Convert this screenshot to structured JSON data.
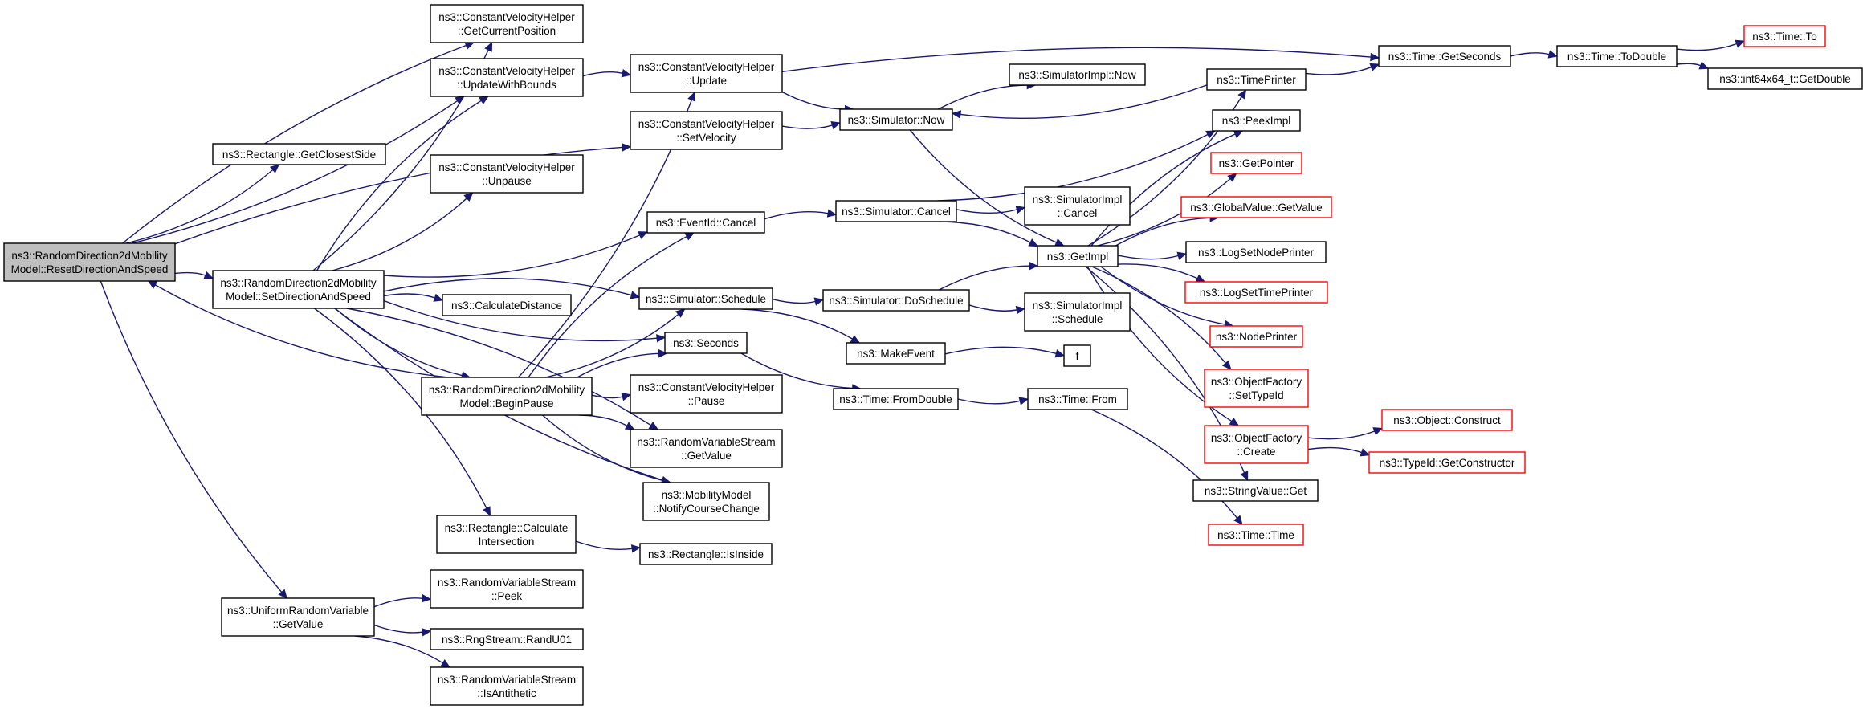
{
  "nodes": [
    {
      "id": "root",
      "lines": [
        "ns3::RandomDirection2dMobility",
        "Model::ResetDirectionAndSpeed"
      ],
      "style": "root"
    },
    {
      "id": "n_closest",
      "lines": [
        "ns3::Rectangle::GetClosestSide"
      ]
    },
    {
      "id": "n_setdir",
      "lines": [
        "ns3::RandomDirection2dMobility",
        "Model::SetDirectionAndSpeed"
      ]
    },
    {
      "id": "n_uniform",
      "lines": [
        "ns3::UniformRandomVariable",
        "::GetValue"
      ]
    },
    {
      "id": "n_getcur",
      "lines": [
        "ns3::ConstantVelocityHelper",
        "::GetCurrentPosition"
      ]
    },
    {
      "id": "n_updbounds",
      "lines": [
        "ns3::ConstantVelocityHelper",
        "::UpdateWithBounds"
      ]
    },
    {
      "id": "n_unpause",
      "lines": [
        "ns3::ConstantVelocityHelper",
        "::Unpause"
      ]
    },
    {
      "id": "n_calcdist",
      "lines": [
        "ns3::CalculateDistance"
      ]
    },
    {
      "id": "n_beginpause",
      "lines": [
        "ns3::RandomDirection2dMobility",
        "Model::BeginPause"
      ]
    },
    {
      "id": "n_rectcalc",
      "lines": [
        "ns3::Rectangle::Calculate",
        "Intersection"
      ]
    },
    {
      "id": "n_rvspeek",
      "lines": [
        "ns3::RandomVariableStream",
        "::Peek"
      ]
    },
    {
      "id": "n_randu01",
      "lines": [
        "ns3::RngStream::RandU01"
      ]
    },
    {
      "id": "n_isanti",
      "lines": [
        "ns3::RandomVariableStream",
        "::IsAntithetic"
      ]
    },
    {
      "id": "n_cvhupdate",
      "lines": [
        "ns3::ConstantVelocityHelper",
        "::Update"
      ]
    },
    {
      "id": "n_setvel",
      "lines": [
        "ns3::ConstantVelocityHelper",
        "::SetVelocity"
      ]
    },
    {
      "id": "n_evcancel",
      "lines": [
        "ns3::EventId::Cancel"
      ]
    },
    {
      "id": "n_simsched",
      "lines": [
        "ns3::Simulator::Schedule"
      ]
    },
    {
      "id": "n_seconds",
      "lines": [
        "ns3::Seconds"
      ]
    },
    {
      "id": "n_pause",
      "lines": [
        "ns3::ConstantVelocityHelper",
        "::Pause"
      ]
    },
    {
      "id": "n_rvsget",
      "lines": [
        "ns3::RandomVariableStream",
        "::GetValue"
      ]
    },
    {
      "id": "n_notify",
      "lines": [
        "ns3::MobilityModel",
        "::NotifyCourseChange"
      ]
    },
    {
      "id": "n_isinside",
      "lines": [
        "ns3::Rectangle::IsInside"
      ]
    },
    {
      "id": "n_simnow",
      "lines": [
        "ns3::Simulator::Now"
      ]
    },
    {
      "id": "n_simcancel",
      "lines": [
        "ns3::Simulator::Cancel"
      ]
    },
    {
      "id": "n_dosched",
      "lines": [
        "ns3::Simulator::DoSchedule"
      ]
    },
    {
      "id": "n_makeevent",
      "lines": [
        "ns3::MakeEvent"
      ]
    },
    {
      "id": "n_fromdouble",
      "lines": [
        "ns3::Time::FromDouble"
      ]
    },
    {
      "id": "n_implnow",
      "lines": [
        "ns3::SimulatorImpl::Now"
      ]
    },
    {
      "id": "n_implcancel",
      "lines": [
        "ns3::SimulatorImpl",
        "::Cancel"
      ]
    },
    {
      "id": "n_getimpl",
      "lines": [
        "ns3::GetImpl"
      ]
    },
    {
      "id": "n_implsched",
      "lines": [
        "ns3::SimulatorImpl",
        "::Schedule"
      ]
    },
    {
      "id": "n_f",
      "lines": [
        "f"
      ]
    },
    {
      "id": "n_timefrom",
      "lines": [
        "ns3::Time::From"
      ]
    },
    {
      "id": "n_timeprinter",
      "lines": [
        "ns3::TimePrinter"
      ]
    },
    {
      "id": "n_peekimpl",
      "lines": [
        "ns3::PeekImpl"
      ]
    },
    {
      "id": "n_getpointer",
      "lines": [
        "ns3::GetPointer"
      ],
      "style": "red"
    },
    {
      "id": "n_gvget",
      "lines": [
        "ns3::GlobalValue::GetValue"
      ],
      "style": "red"
    },
    {
      "id": "n_lognode",
      "lines": [
        "ns3::LogSetNodePrinter"
      ]
    },
    {
      "id": "n_logtime",
      "lines": [
        "ns3::LogSetTimePrinter"
      ],
      "style": "red"
    },
    {
      "id": "n_nodeprinter",
      "lines": [
        "ns3::NodePrinter"
      ],
      "style": "red"
    },
    {
      "id": "n_ofsettype",
      "lines": [
        "ns3::ObjectFactory",
        "::SetTypeId"
      ],
      "style": "red"
    },
    {
      "id": "n_ofcreate",
      "lines": [
        "ns3::ObjectFactory",
        "::Create"
      ],
      "style": "red"
    },
    {
      "id": "n_strget",
      "lines": [
        "ns3::StringValue::Get"
      ]
    },
    {
      "id": "n_timetime",
      "lines": [
        "ns3::Time::Time"
      ],
      "style": "red"
    },
    {
      "id": "n_getseconds",
      "lines": [
        "ns3::Time::GetSeconds"
      ]
    },
    {
      "id": "n_objconstruct",
      "lines": [
        "ns3::Object::Construct"
      ],
      "style": "red"
    },
    {
      "id": "n_getctor",
      "lines": [
        "ns3::TypeId::GetConstructor"
      ],
      "style": "red"
    },
    {
      "id": "n_todouble",
      "lines": [
        "ns3::Time::ToDouble"
      ]
    },
    {
      "id": "n_timeto",
      "lines": [
        "ns3::Time::To"
      ],
      "style": "red"
    },
    {
      "id": "n_getdouble",
      "lines": [
        "ns3::int64x64_t::GetDouble"
      ]
    }
  ],
  "edges": [
    [
      "root",
      "n_closest"
    ],
    [
      "root",
      "n_setdir"
    ],
    [
      "root",
      "n_uniform"
    ],
    [
      "root",
      "n_getcur"
    ],
    [
      "root",
      "n_updbounds"
    ],
    [
      "root",
      "n_setvel"
    ],
    [
      "n_setdir",
      "n_getcur"
    ],
    [
      "n_setdir",
      "n_updbounds"
    ],
    [
      "n_setdir",
      "n_unpause"
    ],
    [
      "n_setdir",
      "n_calcdist"
    ],
    [
      "n_setdir",
      "n_beginpause"
    ],
    [
      "n_setdir",
      "n_rectcalc"
    ],
    [
      "n_setdir",
      "n_evcancel"
    ],
    [
      "n_setdir",
      "n_simsched"
    ],
    [
      "n_setdir",
      "n_seconds"
    ],
    [
      "n_setdir",
      "n_rvsget"
    ],
    [
      "n_setdir",
      "n_notify"
    ],
    [
      "n_beginpause",
      "root"
    ],
    [
      "n_beginpause",
      "n_cvhupdate"
    ],
    [
      "n_beginpause",
      "n_evcancel"
    ],
    [
      "n_beginpause",
      "n_simsched"
    ],
    [
      "n_beginpause",
      "n_seconds"
    ],
    [
      "n_beginpause",
      "n_pause"
    ],
    [
      "n_beginpause",
      "n_rvsget"
    ],
    [
      "n_beginpause",
      "n_notify"
    ],
    [
      "n_updbounds",
      "n_cvhupdate"
    ],
    [
      "n_rectcalc",
      "n_isinside"
    ],
    [
      "n_uniform",
      "n_rvspeek"
    ],
    [
      "n_uniform",
      "n_randu01"
    ],
    [
      "n_uniform",
      "n_isanti"
    ],
    [
      "n_cvhupdate",
      "n_simnow"
    ],
    [
      "n_cvhupdate",
      "n_getseconds"
    ],
    [
      "n_setvel",
      "n_simnow"
    ],
    [
      "n_evcancel",
      "n_simcancel"
    ],
    [
      "n_simsched",
      "n_dosched"
    ],
    [
      "n_simsched",
      "n_makeevent"
    ],
    [
      "n_seconds",
      "n_fromdouble"
    ],
    [
      "n_simnow",
      "n_implnow"
    ],
    [
      "n_simnow",
      "n_getimpl"
    ],
    [
      "n_timeprinter",
      "n_simnow"
    ],
    [
      "n_simcancel",
      "n_implcancel"
    ],
    [
      "n_simcancel",
      "n_getimpl"
    ],
    [
      "n_simcancel",
      "n_peekimpl"
    ],
    [
      "n_dosched",
      "n_getimpl"
    ],
    [
      "n_dosched",
      "n_implsched"
    ],
    [
      "n_makeevent",
      "n_f"
    ],
    [
      "n_fromdouble",
      "n_timefrom"
    ],
    [
      "n_timefrom",
      "n_timetime"
    ],
    [
      "n_getimpl",
      "n_timeprinter"
    ],
    [
      "n_getimpl",
      "n_peekimpl"
    ],
    [
      "n_getimpl",
      "n_getpointer"
    ],
    [
      "n_getimpl",
      "n_gvget"
    ],
    [
      "n_getimpl",
      "n_lognode"
    ],
    [
      "n_getimpl",
      "n_logtime"
    ],
    [
      "n_getimpl",
      "n_nodeprinter"
    ],
    [
      "n_getimpl",
      "n_ofsettype"
    ],
    [
      "n_getimpl",
      "n_ofcreate"
    ],
    [
      "n_getimpl",
      "n_strget"
    ],
    [
      "n_timeprinter",
      "n_getseconds"
    ],
    [
      "n_getseconds",
      "n_todouble"
    ],
    [
      "n_todouble",
      "n_timeto"
    ],
    [
      "n_todouble",
      "n_getdouble"
    ],
    [
      "n_ofcreate",
      "n_objconstruct"
    ],
    [
      "n_ofcreate",
      "n_getctor"
    ]
  ],
  "colors": {
    "edge": "#191970",
    "root_fill": "#bfbfbf",
    "red_border": "#ff0000",
    "border": "#000000"
  }
}
